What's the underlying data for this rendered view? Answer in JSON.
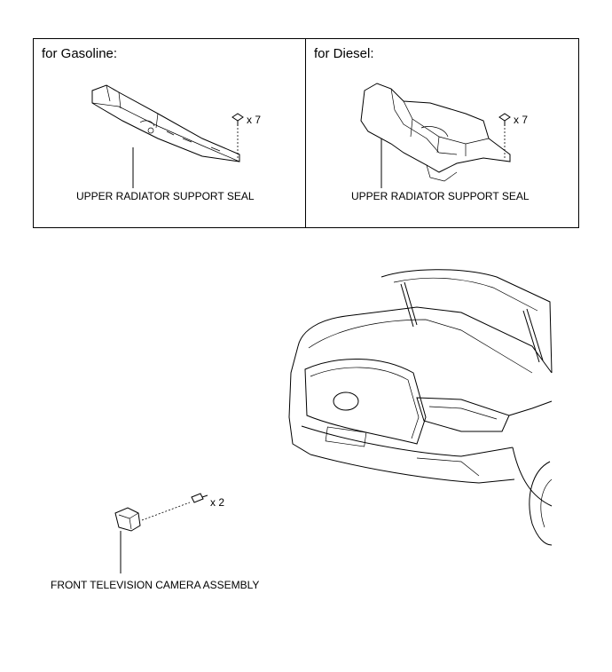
{
  "panels": [
    {
      "variant": "for Gasoline:",
      "part_label": "UPPER RADIATOR SUPPORT SEAL",
      "fastener_qty": "x 7"
    },
    {
      "variant": "for Diesel:",
      "part_label": "UPPER RADIATOR SUPPORT SEAL",
      "fastener_qty": "x 7"
    }
  ],
  "camera": {
    "part_label": "FRONT TELEVISION CAMERA ASSEMBLY",
    "fastener_qty": "x 2"
  }
}
